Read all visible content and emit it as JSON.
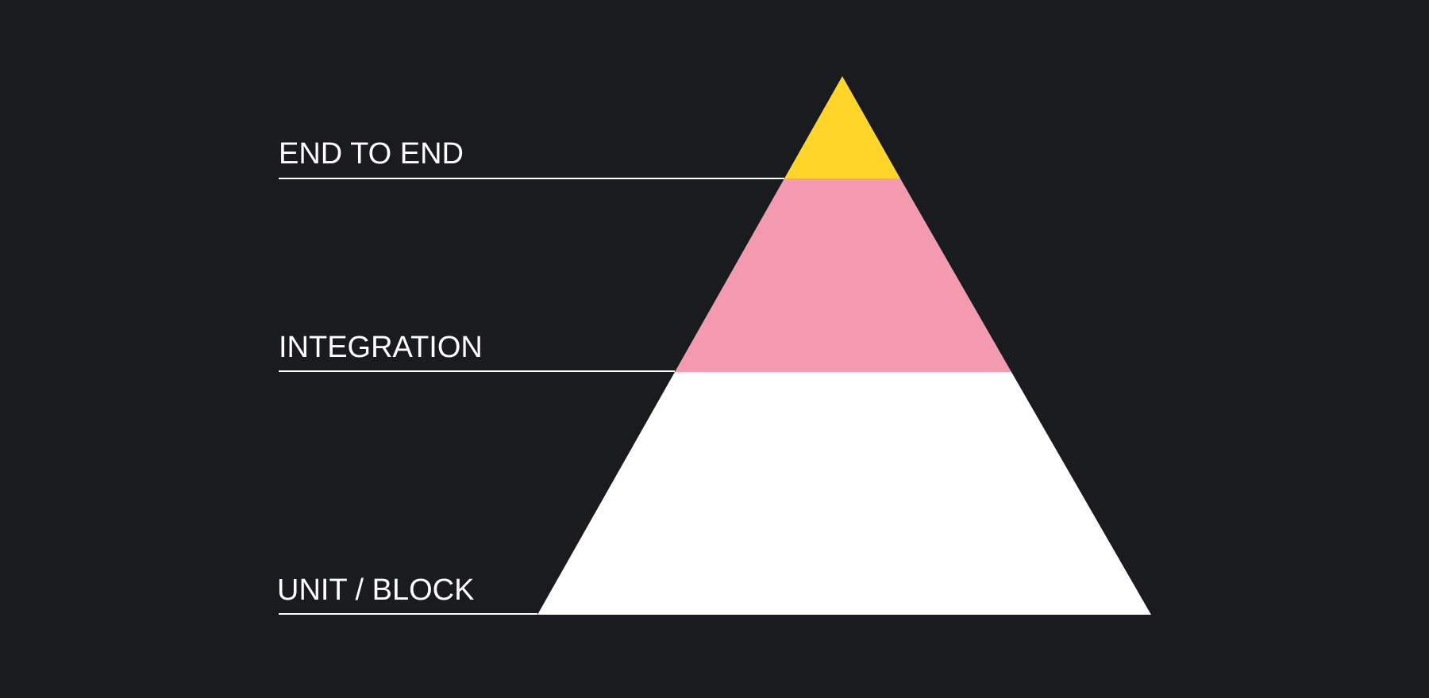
{
  "diagram": {
    "colors": {
      "background": "#1a1b1e",
      "label_text": "#ffffff",
      "leader_line": "#ffffff"
    },
    "tiers": [
      {
        "label": "END TO END",
        "color": "#ffd52a"
      },
      {
        "label": "INTEGRATION",
        "color": "#f49ab0"
      },
      {
        "label": "UNIT / BLOCK",
        "color": "#ffffff"
      }
    ]
  }
}
